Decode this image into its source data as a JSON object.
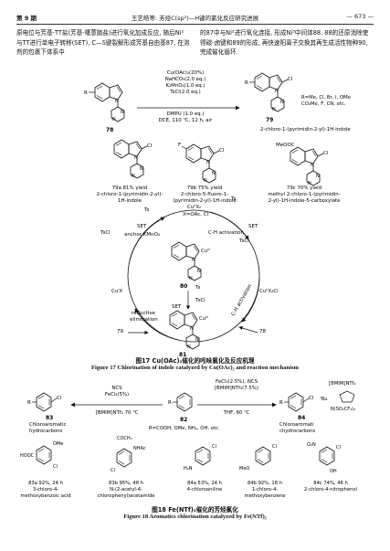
{
  "header": {
    "issue": "第 9 期",
    "title": "王艺皓等: 芳烃C(sp²)—H键的氯化反应研究进展",
    "page": "— 673 —"
  },
  "body_text": {
    "left": "原电位与芳基-TT盐(芳基-噻蒽鎓盐)进行氧化加成反应, 随后Ni² 与TT进行单电子转移(SET), C—S键裂解形成芳基自由基87, 在溶剂的包裹下体系中",
    "right": "的87中与Ni²进行氧化连接, 形成Ni³中间体88. 88的还原消除使得碳-卤键和89的形成, 再快速阳离子交换其再生成活性物种90, 完成催化循环."
  },
  "fig17": {
    "conditions": [
      "Cu(OAc)₂(20%)",
      "NaHCO₃(2.0 eq.)",
      "K₂MnO₄(1.0 eq.)",
      "TsCl(2.0 eq.)",
      "DMPU (1.0 eq.)",
      "DCE, 110 ℃, 12 h, air"
    ],
    "sm_label": "78",
    "product_label": "79",
    "r_def": [
      "R=Me, Cl, Br, I, OMe",
      "CO₂Me, F, CN, etc."
    ],
    "product_name": "2-chloro-1-(pyrimidin-2-yl)-1H-indole",
    "examples": [
      {
        "id": "79a",
        "yield": "79a 81% yield",
        "name1": "2-chloro-1-(pyrimidin-2-yl)-",
        "name2": "1H-indole"
      },
      {
        "id": "79b",
        "yield": "79b 75% yield",
        "name1": "2-chloro-5-fluoro-1-",
        "name2": "(pyrimidin-2-yl)-1H-indole"
      },
      {
        "id": "79c",
        "yield": "79c 70% yield",
        "name1": "methyl 2-chloro-1-(pyrimidin-",
        "name2": "2-yl)-1H-indole-5-carboxylate"
      }
    ],
    "cycle": {
      "cu_x2": "CuᴵᴵXₙ",
      "x_def": "X=OAc, Cl",
      "ch_act": "C-H activation",
      "inter80": "80",
      "inter81": "81",
      "cu_iii": "Cuᴵᴵᴵ",
      "cu_ix": "CuᴵX",
      "cu_x2cl": "CuᴵᴵX₂Cl",
      "tscl": "TsCl",
      "ts": "Ts",
      "set": "SET",
      "set_kmn": "SET",
      "kmn": "anchor KMnO₄",
      "re": "reductive",
      "re2": "elimination",
      "label78": "78",
      "label79": "79",
      "ch_act2": "C-H activation"
    },
    "caption_cn": "图17  Cu(OAc)₂催化的吲哚氯化及反应机理",
    "caption_en": "Figure 17   Chlorination of indole catalyzed by Cu(OAc)₂ and reaction mechanism"
  },
  "fig18": {
    "left_cond": [
      "NCS",
      "FeCl₃(5%)",
      "[BMIM]NTf₂ 70 ℃"
    ],
    "right_cond": [
      "FeCl₃(2.5%), NCS",
      "[BMIM]NTf₂(7.5%)",
      "THF, 60 ℃"
    ],
    "sm_label": "82",
    "r_def": "R=COOH, OMe, NH₂, OH, etc.",
    "left_prod_label": "83",
    "left_prod_name": [
      "Chloroaromatic",
      "hydrocarbons"
    ],
    "right_prod_label": "84",
    "right_prod_name": [
      "Chloroaromati",
      "chydrocarbons"
    ],
    "ionic_liquid": [
      "[BMIM]NTf₂",
      "ⁿBu",
      "N(SO₂CF₃)₂"
    ],
    "examples": [
      {
        "yield": "83a 92%, 24 h",
        "n1": "3-chloro-4-",
        "n2": "methoxybenzoic acid"
      },
      {
        "yield": "83b 95%, 48 h",
        "n1": "N-(2-acetyl-4-",
        "n2": "chlorophenyl)acetamide"
      },
      {
        "yield": "84a 53%, 24 h",
        "n1": "4-chloroaniline",
        "n2": ""
      },
      {
        "yield": "84b 92%, 18 h",
        "n1": "1-chloro-4-",
        "n2": "methoxybenzene"
      },
      {
        "yield": "84c 74%, 48 h",
        "n1": "2-chloro-4-nitrophenol",
        "n2": ""
      }
    ],
    "caption_cn": "图18  Fe(NTf)₃催化的芳烃氯化",
    "caption_en": "Figure 18   Aromatics chlorination catalyzed by Fe(NTf)₃"
  }
}
